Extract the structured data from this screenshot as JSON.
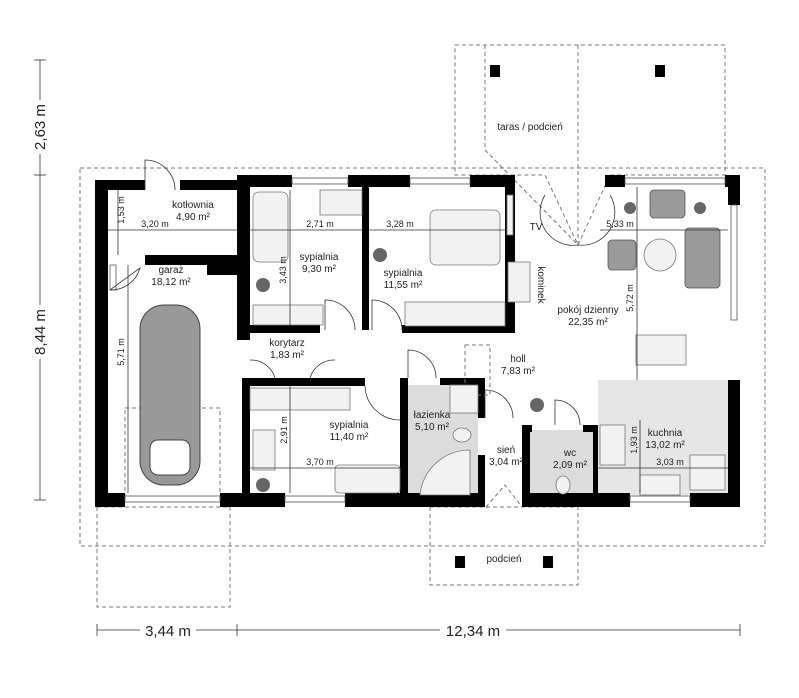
{
  "rooms": [
    {
      "id": "kotlownia",
      "name": "kotłownia",
      "area": "4,90 m²"
    },
    {
      "id": "garaz",
      "name": "garaż",
      "area": "18,12 m²"
    },
    {
      "id": "sypialnia1",
      "name": "sypialnia",
      "area": "9,30 m²"
    },
    {
      "id": "sypialnia2",
      "name": "sypialnia",
      "area": "11,55 m²"
    },
    {
      "id": "korytarz",
      "name": "korytarz",
      "area": "1,83 m²"
    },
    {
      "id": "sypialnia3",
      "name": "sypialnia",
      "area": "11,40 m²"
    },
    {
      "id": "lazienka",
      "name": "łazienka",
      "area": "5,10 m²"
    },
    {
      "id": "holl",
      "name": "holl",
      "area": "7,83 m²"
    },
    {
      "id": "sien",
      "name": "sień",
      "area": "3,04 m²"
    },
    {
      "id": "wc",
      "name": "wc",
      "area": "2,09 m²"
    },
    {
      "id": "pokoj",
      "name": "pokój dzienny",
      "area": "22,35 m²"
    },
    {
      "id": "kuchnia",
      "name": "kuchnia",
      "area": "13,02 m²"
    }
  ],
  "labels": {
    "taras": "taras / podcień",
    "podcien": "podcień",
    "kominek": "kominek",
    "tv": "TV"
  },
  "inner_dims": [
    "1,53 m",
    "3,20 m",
    "2,71 m",
    "3,43 m",
    "3,28 m",
    "5,33 m",
    "5,72 m",
    "5,71 m",
    "2,91 m",
    "3,70 m",
    "1,93 m",
    "3,03 m"
  ],
  "outer_dims": {
    "top_left": "2,63 m",
    "left": "8,44 m",
    "bottom_left": "3,44 m",
    "bottom_right": "12,34 m"
  },
  "colors": {
    "wall": "#000000",
    "kitchen_floor": "#e6e6e6",
    "bathroom_floor": "#dcdcdc",
    "plant": "#666666"
  }
}
